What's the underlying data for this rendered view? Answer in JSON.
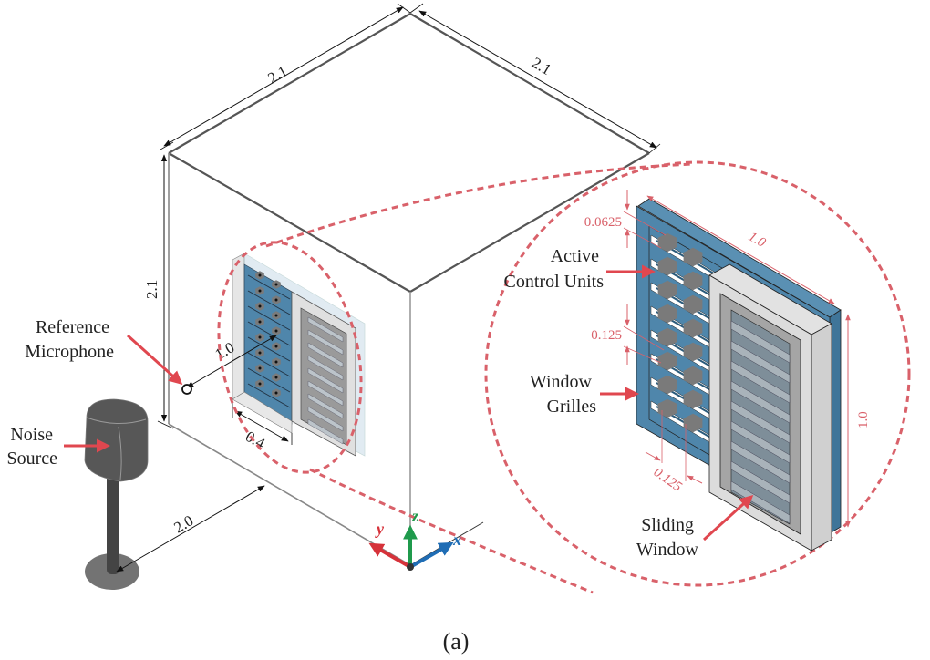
{
  "figure": {
    "caption": "(a)",
    "colors": {
      "accent_red": "#d9616a",
      "grille_blue": "#4f86ab",
      "unit_gray": "#7a7a7a",
      "frame_gray": "#d8d8d8",
      "speaker_dark": "#555555",
      "axis_x": "#1f6db5",
      "axis_y": "#d6323a",
      "axis_z": "#1f9a4c"
    }
  },
  "room": {
    "dims": {
      "width_left": "2.1",
      "width_right": "2.1",
      "height": "2.1"
    }
  },
  "labels": {
    "reference_microphone": [
      "Reference",
      "Microphone"
    ],
    "noise_source": [
      "Noise",
      "Source"
    ],
    "active_control_units": [
      "Active",
      "Control Units"
    ],
    "window_grilles": [
      "Window",
      "Grilles"
    ],
    "sliding_window": [
      "Sliding",
      "Window"
    ]
  },
  "dimensions": {
    "mic_to_window": "1.0",
    "window_opening_width": "0.4",
    "source_to_wall": "2.0",
    "detail_top_spacing": "0.0625",
    "detail_unit_spacing": "0.125",
    "detail_horizontal_spacing": "0.125",
    "detail_width": "1.0",
    "detail_height": "1.0"
  },
  "axes": {
    "x": "x",
    "y": "y",
    "z": "z"
  }
}
